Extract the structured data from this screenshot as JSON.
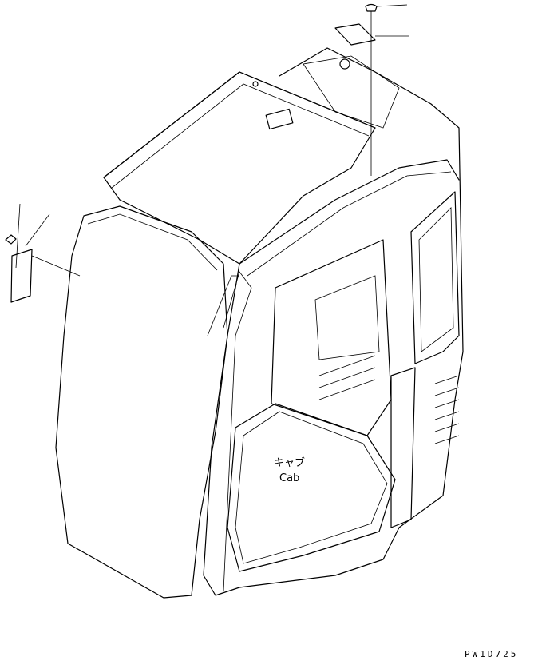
{
  "labels": {
    "part_name_jp": "キャブ",
    "part_name_en": "Cab",
    "drawing_code": "PW1D725"
  }
}
